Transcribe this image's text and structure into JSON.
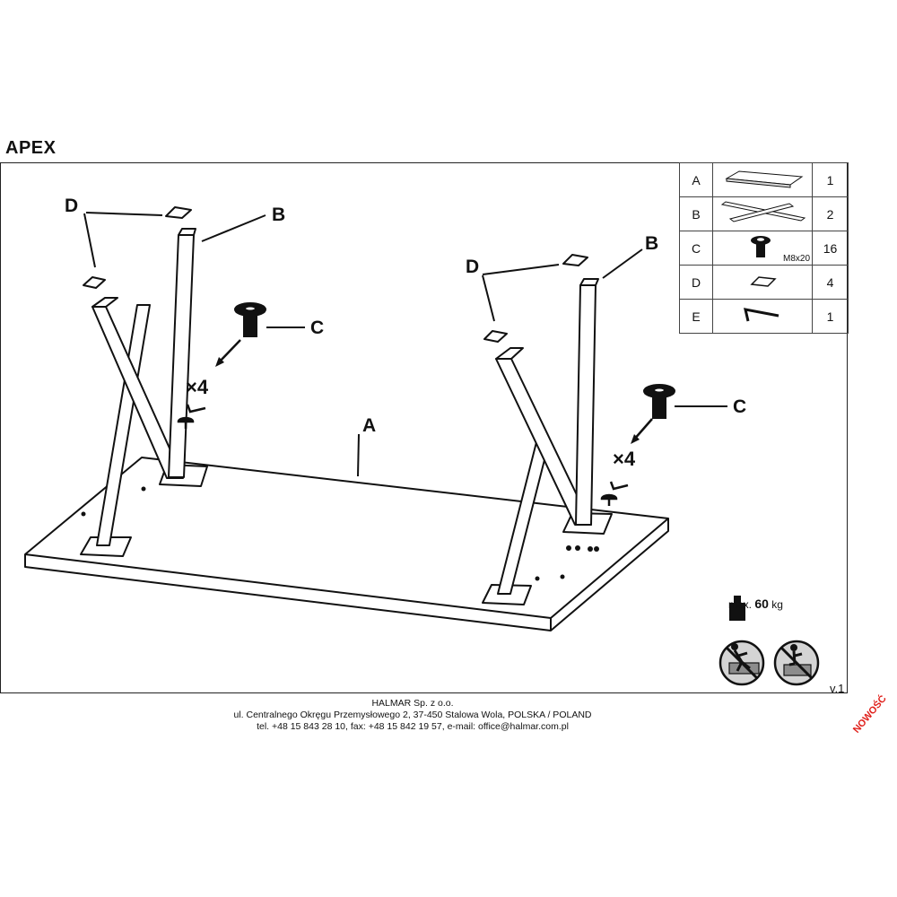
{
  "product": {
    "name": "APEX"
  },
  "parts": [
    {
      "letter": "A",
      "icon": "tabletop-icon",
      "qty": "1",
      "sublabel": ""
    },
    {
      "letter": "B",
      "icon": "x-leg-frame-icon",
      "qty": "2",
      "sublabel": ""
    },
    {
      "letter": "C",
      "icon": "bolt-icon",
      "qty": "16",
      "sublabel": "M8x20"
    },
    {
      "letter": "D",
      "icon": "pad-icon",
      "qty": "4",
      "sublabel": ""
    },
    {
      "letter": "E",
      "icon": "allen-key-icon",
      "qty": "1",
      "sublabel": ""
    }
  ],
  "callouts": {
    "a": "A",
    "b_left": "B",
    "b_right": "B",
    "c_left": "C",
    "c_right": "C",
    "d_left": "D",
    "d_right": "D",
    "count_left": "×4",
    "count_right": "×4"
  },
  "load": {
    "prefix": "max.",
    "value": "60",
    "unit": "kg"
  },
  "warnings": [
    "no-climbing-icon",
    "no-standing-icon"
  ],
  "version": "v.1",
  "company": {
    "name": "HALMAR Sp. z o.o.",
    "address": "ul. Centralnego Okręgu Przemysłowego 2, 37-450 Stalowa Wola, POLSKA / POLAND",
    "contact": "tel. +48 15 843 28 10, fax: +48 15 842 19 57, e-mail: office@halmar.com.pl"
  },
  "stamp": "NOWOŚĆ"
}
